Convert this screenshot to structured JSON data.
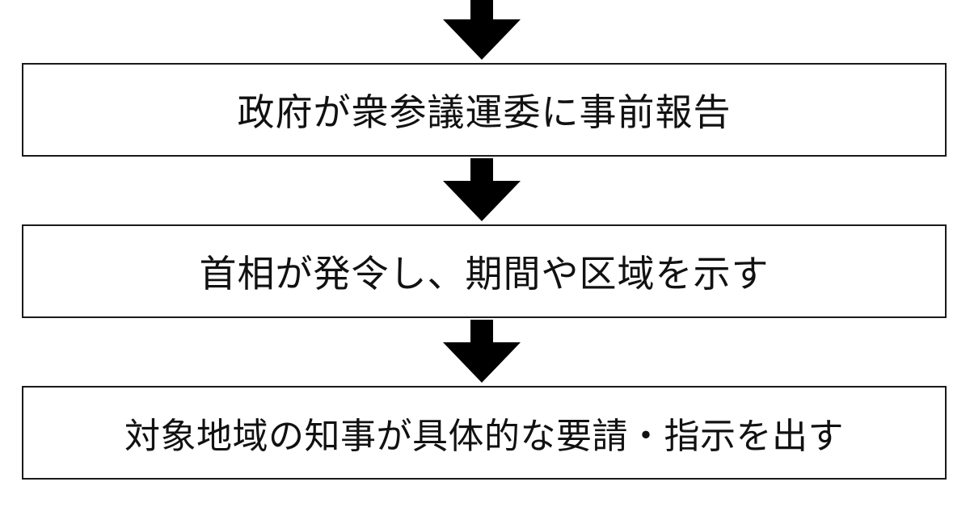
{
  "flow": {
    "steps": [
      {
        "label": "政府が衆参議運委に事前報告"
      },
      {
        "label": "首相が発令し、期間や区域を示す"
      },
      {
        "label": "対象地域の知事が具体的な要請・指示を出す"
      }
    ],
    "arrow_color": "#000000",
    "border_color": "#1a1a1a"
  }
}
